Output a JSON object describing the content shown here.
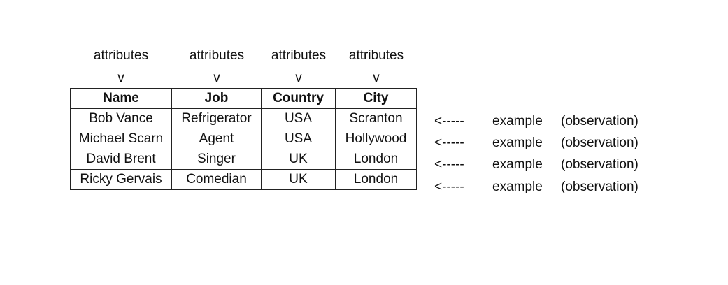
{
  "attribute_labels": [
    "attributes",
    "attributes",
    "attributes",
    "attributes"
  ],
  "arrow_down": "v",
  "table": {
    "headers": [
      "Name",
      "Job",
      "Country",
      "City"
    ],
    "rows": [
      [
        "Bob Vance",
        "Refrigerator",
        "USA",
        "Scranton"
      ],
      [
        "Michael Scarn",
        "Agent",
        "USA",
        "Hollywood"
      ],
      [
        "David Brent",
        "Singer",
        "UK",
        "London"
      ],
      [
        "Ricky Gervais",
        "Comedian",
        "UK",
        "London"
      ]
    ]
  },
  "row_annotations": [
    {
      "arrow": "<-----",
      "label": "example",
      "note": "(observation)"
    },
    {
      "arrow": "<-----",
      "label": "example",
      "note": "(observation)"
    },
    {
      "arrow": "<-----",
      "label": "example",
      "note": "(observation)"
    },
    {
      "arrow": "<-----",
      "label": "example",
      "note": "(observation)"
    }
  ]
}
